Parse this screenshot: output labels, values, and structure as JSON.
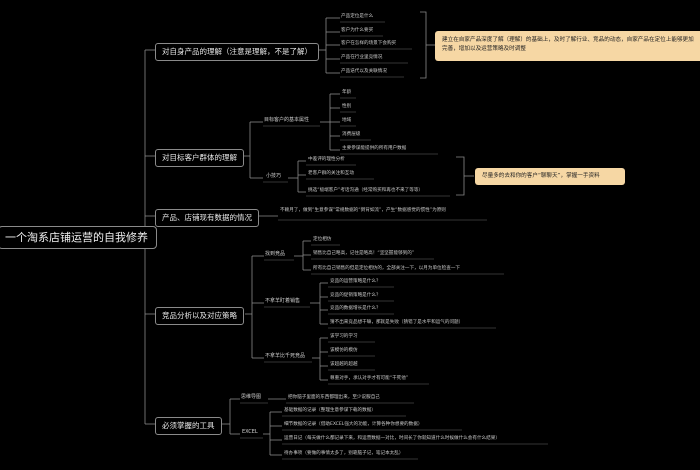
{
  "root": "一个淘系店铺运营的自我修养",
  "branches": [
    {
      "title": "对自身产品的理解（注意是理解，不是了解）",
      "leaves": [
        "产品定位是什么",
        "客户为什么要买",
        "客户在怎样的场景下会购买",
        "产品在行业里竞情况",
        "产品迭代以及关联情况"
      ]
    },
    {
      "title": "对目标客户群体的理解",
      "sub1": "目标客户的基本属性",
      "sub1_leaves": [
        "年龄",
        "性别",
        "地域",
        "消费层级",
        "主要参谋能提供的所有用户数据"
      ],
      "sub2": "小技巧",
      "sub2_leaves": [
        "中差评的理性分析",
        "老客户群的关注和互动",
        "挑选“极端客户”考话沟通（经常购买和再也不来了等等）"
      ]
    },
    {
      "title": "产品、店铺现有数据的情况",
      "leaf": "不赖月了，做到“生意参谋”常规数据的“倒背如流”，产生“数据感觉的惯性”为原则"
    },
    {
      "title": "竞品分析以及对应策略",
      "sub1": "找到竞品",
      "sub1_leaves": [
        "定位相仿",
        "销售比自己略高，记住是略高！“坚坚握能够到的”",
        "所有比自己销售的但是定位相仿的，全部关注一下，以月为单位检查一下"
      ],
      "sub2": "不拿羊盯着销售",
      "sub2_leaves": [
        "竞品的运营策略是什么？",
        "竞品的促销策略是什么？",
        "竞品的数据增长是什么？",
        "猜不出来竞品想干嘛，那就是失败（猜错了是水平和运气的问题）"
      ],
      "sub3": "不拿羊比千死竞品",
      "sub3_leaves": [
        "该学习的学习",
        "该模仿的模仿",
        "该超越的超越",
        "尊重对手，承认对手才有可能“干死他”"
      ]
    },
    {
      "title": "必须掌握的工具",
      "sub1": "思维导图",
      "sub1_leaf": "把你脑子里面的东西都理出来，至少说服自己",
      "sub2": "EXCEL",
      "sub2_leaves": [
        "基础数据的记录（整理生意参谋下载的数据）",
        "细节数据的记录（借助EXCEL强大的功能，计算各种你想要的数据）",
        "运营日记（每天做什么都记录下来，和运营数据一对比，时间长了你就知道什么时候做什么会有什么结果）",
        "待办事项（要做的事情太多了，别靠脑子记，笔记本太乱）"
      ]
    }
  ],
  "notes": [
    "建立在自家产品深度了解（理解）的基础上，及时了解行业、竞品的动态，自家产品在定位上能够更加完善，增加以及运营策略及时调整",
    "尽量多的去和你的客户“聊聊天”，掌握一手资料"
  ]
}
